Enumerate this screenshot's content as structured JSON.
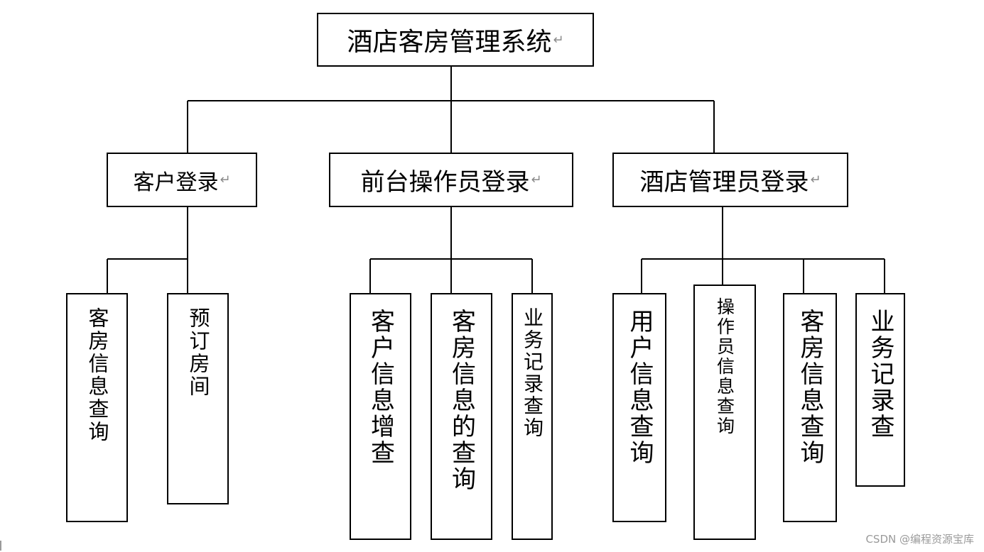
{
  "root": {
    "label": "酒店客房管理系统"
  },
  "level1": {
    "customer_login": "客户登录",
    "front_desk_login": "前台操作员登录",
    "manager_login": "酒店管理员登录"
  },
  "leaves": {
    "room_info_query": "客房信息查询",
    "book_room": "预订房间",
    "customer_info_add_query": "客户信息增查",
    "room_info_of_query": "客房信息的查询",
    "business_record_query": "业务记录查询",
    "user_info_query": "用户信息查询",
    "operator_info_query": "操作员信息查询",
    "room_info_query_2": "客房信息查询",
    "business_record_check": "业务记录查"
  },
  "watermark": "CSDN @编程资源宝库",
  "colors": {
    "line": "#000000",
    "mark": "#8a8a8a"
  }
}
